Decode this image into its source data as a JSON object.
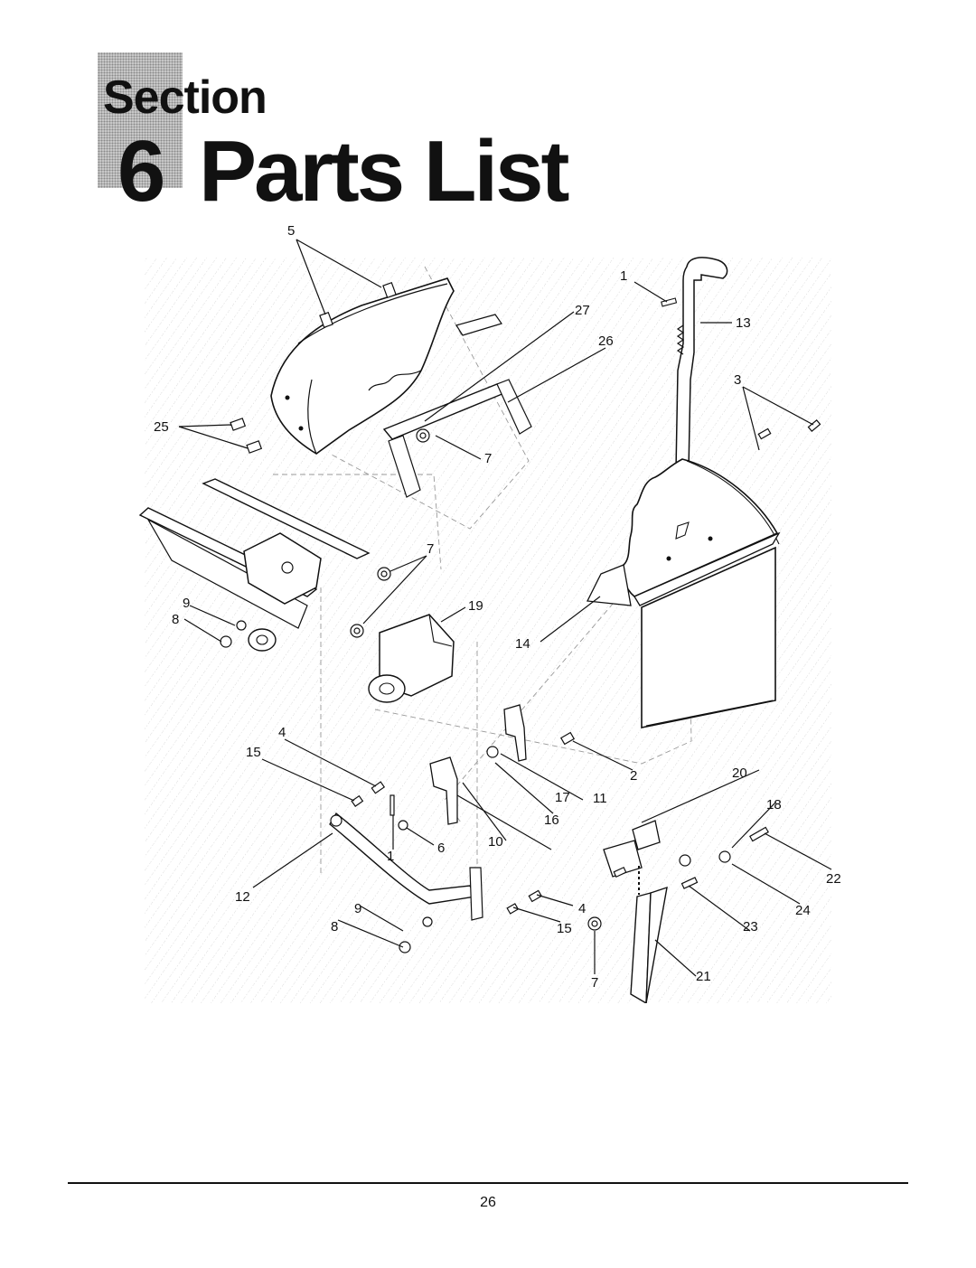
{
  "header": {
    "section_word": "Section",
    "section_number": "6",
    "title": "Parts List"
  },
  "diagram": {
    "callouts": {
      "c1a": "1",
      "c1b": "1",
      "c2": "2",
      "c3": "3",
      "c4a": "4",
      "c4b": "4",
      "c5": "5",
      "c6": "6",
      "c7a": "7",
      "c7b": "7",
      "c7c": "7",
      "c8a": "8",
      "c8b": "8",
      "c9a": "9",
      "c9b": "9",
      "c10": "10",
      "c11": "11",
      "c12": "12",
      "c13": "13",
      "c14": "14",
      "c15a": "15",
      "c15b": "15",
      "c16": "16",
      "c17": "17",
      "c18": "18",
      "c19": "19",
      "c20": "20",
      "c21": "21",
      "c22": "22",
      "c23": "23",
      "c24": "24",
      "c25": "25",
      "c26": "26",
      "c27": "27"
    }
  },
  "footer": {
    "page_number": "26"
  }
}
